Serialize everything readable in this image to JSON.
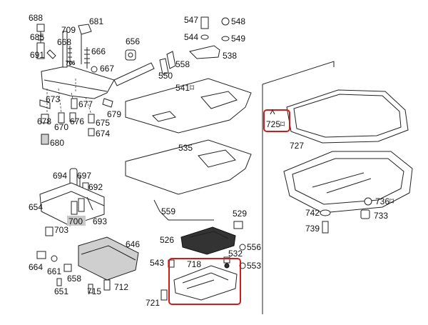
{
  "labels": {
    "p688": "688",
    "p681": "681",
    "p709": "709",
    "p685": "685",
    "p668": "668",
    "p666": "666",
    "p656": "656",
    "p691": "691",
    "p706": "706",
    "p667": "667",
    "p673": "673",
    "p677": "677",
    "p679": "679",
    "p678": "678",
    "p670": "670",
    "p676": "676",
    "p675": "675",
    "p674": "674",
    "p680": "680",
    "p547": "547",
    "p548": "548",
    "p544": "544",
    "p549": "549",
    "p538": "538",
    "p558": "558",
    "p550": "550",
    "p541": "541",
    "p535": "535",
    "p559": "559",
    "p529": "529",
    "p526": "526",
    "p556": "556",
    "p532": "532",
    "p553": "553",
    "p543": "543",
    "p718": "718",
    "p721": "721",
    "p694": "694",
    "p697": "697",
    "p692": "692",
    "p654": "654",
    "p693": "693",
    "p700": "700",
    "p703": "703",
    "p646": "646",
    "p664": "664",
    "p661": "661",
    "p658": "658",
    "p651": "651",
    "p715": "715",
    "p712": "712",
    "p725": "725",
    "p727": "727",
    "p736": "736",
    "p742": "742",
    "p733": "733",
    "p739": "739"
  },
  "legend_symbols": {
    "p541": "⌑",
    "p725": "⌑",
    "p736": "⌑"
  },
  "highlight": {
    "color": "#d11a1a",
    "highlighted_parts": [
      "725",
      "718"
    ]
  }
}
